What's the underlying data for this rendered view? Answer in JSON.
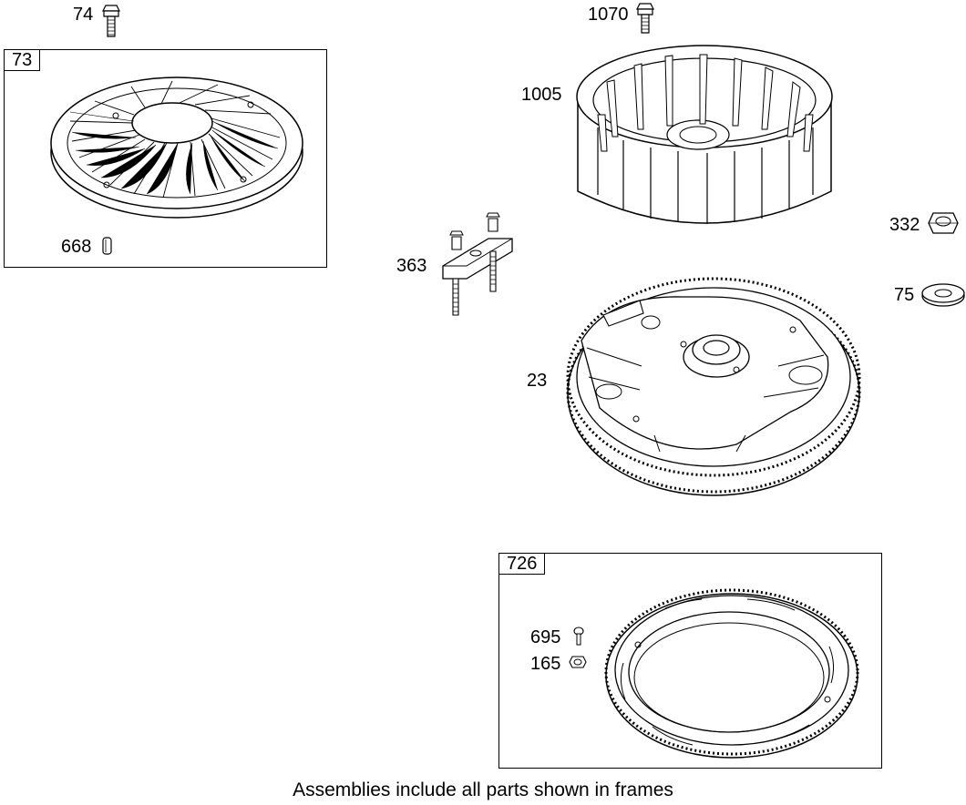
{
  "diagram": {
    "labels": {
      "p74": "74",
      "p73": "73",
      "p668": "668",
      "p1070": "1070",
      "p1005": "1005",
      "p332": "332",
      "p75": "75",
      "p363": "363",
      "p23": "23",
      "p726": "726",
      "p695": "695",
      "p165": "165"
    },
    "caption": "Assemblies include all parts shown in frames"
  }
}
